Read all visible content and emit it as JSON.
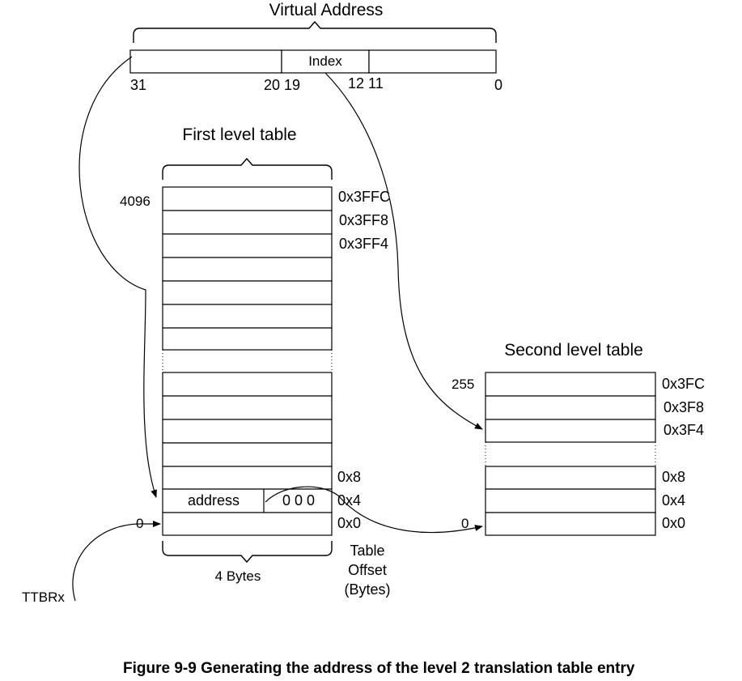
{
  "virtual_address": {
    "title": "Virtual Address",
    "index_label": "Index",
    "bits": {
      "b31": "31",
      "b20_19": "20 19",
      "b12_11": "12 11",
      "b0": "0"
    }
  },
  "first_table": {
    "title": "First level table",
    "top_entry": "4096",
    "offsets_top": [
      "0x3FFC",
      "0x3FF8",
      "0x3FF4"
    ],
    "offsets_bottom": [
      "0x8",
      "0x4",
      "0x0"
    ],
    "address_label": "address",
    "zero_bits": "0 0 0",
    "bottom_entry": "0",
    "width_label": "4 Bytes",
    "offset_caption": [
      "Table",
      "Offset",
      "(Bytes)"
    ]
  },
  "second_table": {
    "title": "Second level table",
    "top_entry": "255",
    "offsets_top": [
      "0x3FC",
      "0x3F8",
      "0x3F4"
    ],
    "offsets_bottom": [
      "0x8",
      "0x4",
      "0x0"
    ],
    "bottom_entry": "0"
  },
  "ttbr_label": "TTBRx",
  "caption": "Figure 9-9 Generating the address of the level 2 translation table entry"
}
